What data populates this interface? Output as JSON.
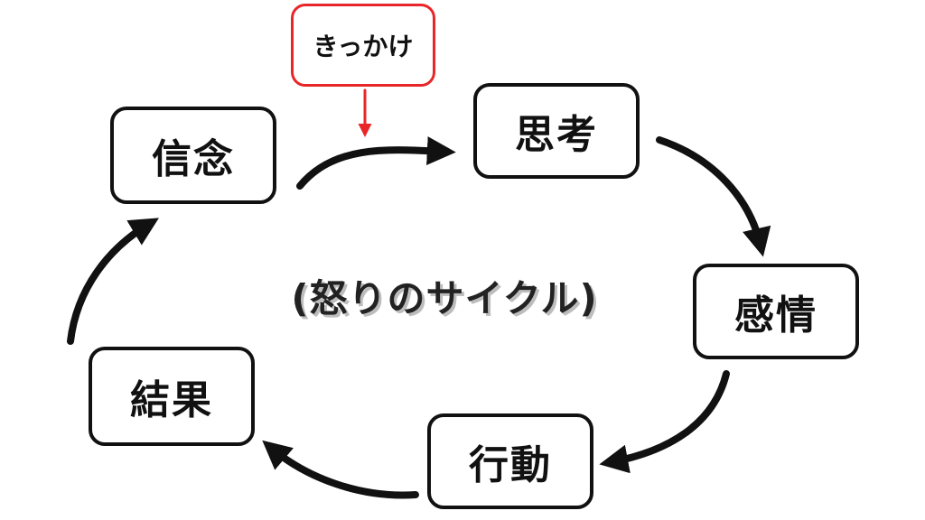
{
  "diagram": {
    "trigger": {
      "label": "きっかけ",
      "color": "#e8262a"
    },
    "center_label": "(怒りのサイクル)",
    "nodes": [
      {
        "id": "shinnen",
        "label": "信念"
      },
      {
        "id": "shikou",
        "label": "思考"
      },
      {
        "id": "kanjou",
        "label": "感情"
      },
      {
        "id": "koudou",
        "label": "行動"
      },
      {
        "id": "kekka",
        "label": "結果"
      }
    ],
    "edges": [
      {
        "from": "信念",
        "to": "思考"
      },
      {
        "from": "思考",
        "to": "感情"
      },
      {
        "from": "感情",
        "to": "行動"
      },
      {
        "from": "行動",
        "to": "結果"
      },
      {
        "from": "結果",
        "to": "信念"
      },
      {
        "from": "きっかけ",
        "to": "思考"
      }
    ]
  }
}
